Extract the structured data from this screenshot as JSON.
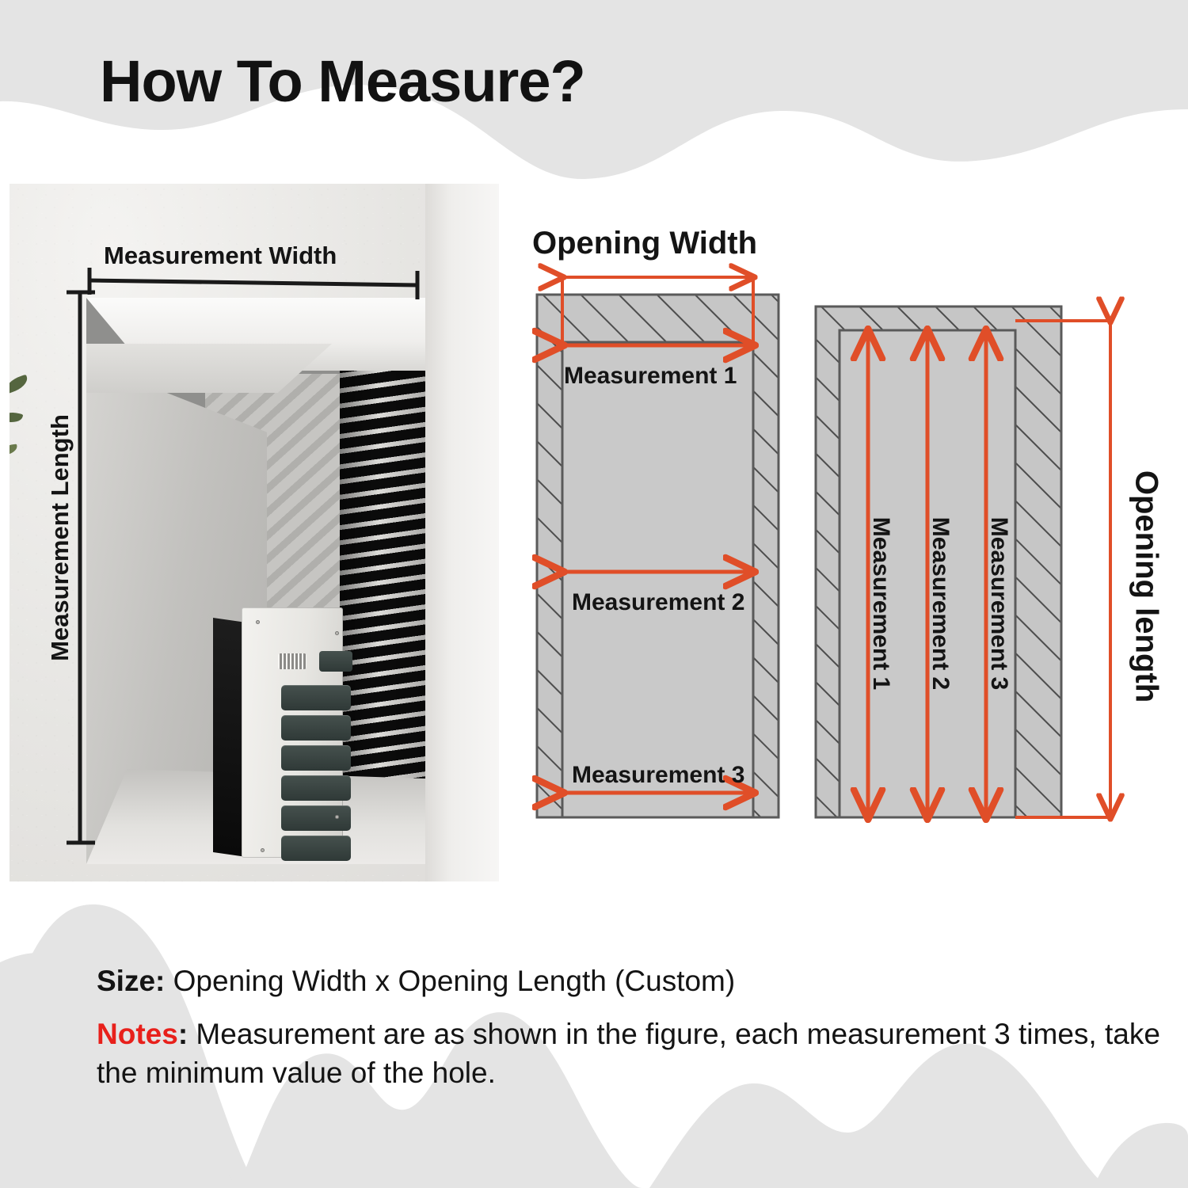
{
  "title": "How To Measure?",
  "colors": {
    "arrow_red": "#E04E28",
    "wall_fill": "#C6C6C6",
    "opening_fill": "#C9C9C9",
    "outline_gray": "#5A5A5A",
    "background_gray": "#E4E4E4",
    "notes_red": "#E8201B",
    "text_black": "#141414"
  },
  "photo": {
    "width_label": "Measurement Width",
    "length_label": "Measurement Length",
    "subject": "white computer tower inside a wall niche"
  },
  "width_diagram": {
    "heading": "Opening Width",
    "measurements": [
      {
        "label": "Measurement 1",
        "label_position": "below-arrow"
      },
      {
        "label": "Measurement 2",
        "label_position": "below-arrow"
      },
      {
        "label": "Measurement 3",
        "label_position": "above-arrow"
      }
    ]
  },
  "length_diagram": {
    "heading": "Opening length",
    "measurements": [
      {
        "label": "Measurement 1"
      },
      {
        "label": "Measurement 2"
      },
      {
        "label": "Measurement 3"
      }
    ]
  },
  "footer": {
    "size_lead": "Size",
    "size_sep": ": ",
    "size_value": "Opening Width x Opening Length (Custom)",
    "notes_lead": "Notes",
    "notes_sep": ": ",
    "notes_value": "Measurement are as shown in the figure, each measurement 3 times, take the minimum value of the hole."
  }
}
